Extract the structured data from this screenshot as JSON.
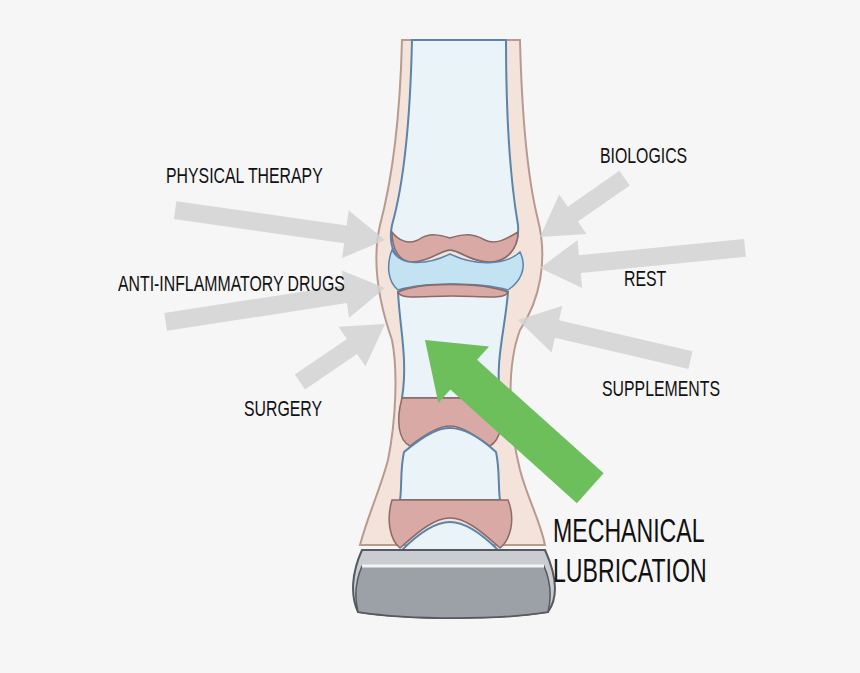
{
  "diagram": {
    "labels": [
      "BIOLOGICS",
      "PHYSICAL THERAPY",
      "REST",
      "ANTI-INFLAMMATORY DRUGS",
      "SUPPLEMENTS",
      "SURGERY",
      "MECHANICAL LUBRICATION"
    ]
  }
}
